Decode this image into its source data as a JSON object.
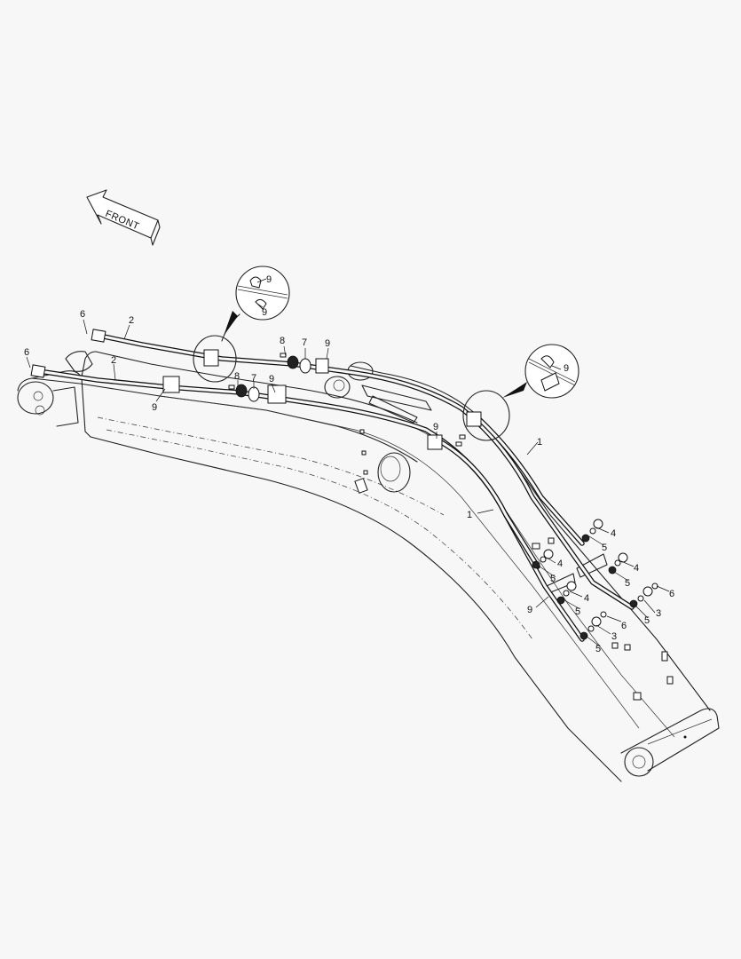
{
  "direction_label": "FRONT",
  "callouts": [
    {
      "id": "c1a",
      "text": "1"
    },
    {
      "id": "c1b",
      "text": "1"
    },
    {
      "id": "c2a",
      "text": "2"
    },
    {
      "id": "c2b",
      "text": "2"
    },
    {
      "id": "c3a",
      "text": "3"
    },
    {
      "id": "c3b",
      "text": "3"
    },
    {
      "id": "c4a",
      "text": "4"
    },
    {
      "id": "c4b",
      "text": "4"
    },
    {
      "id": "c4c",
      "text": "4"
    },
    {
      "id": "c4d",
      "text": "4"
    },
    {
      "id": "c5a",
      "text": "5"
    },
    {
      "id": "c5b",
      "text": "5"
    },
    {
      "id": "c5c",
      "text": "5"
    },
    {
      "id": "c5d",
      "text": "5"
    },
    {
      "id": "c5e",
      "text": "5"
    },
    {
      "id": "c5f",
      "text": "5"
    },
    {
      "id": "c6a",
      "text": "6"
    },
    {
      "id": "c6b",
      "text": "6"
    },
    {
      "id": "c6c",
      "text": "6"
    },
    {
      "id": "c6d",
      "text": "6"
    },
    {
      "id": "c7a",
      "text": "7"
    },
    {
      "id": "c7b",
      "text": "7"
    },
    {
      "id": "c8a",
      "text": "8"
    },
    {
      "id": "c8b",
      "text": "8"
    },
    {
      "id": "c9a",
      "text": "9"
    },
    {
      "id": "c9b",
      "text": "9"
    },
    {
      "id": "c9c",
      "text": "9"
    },
    {
      "id": "c9d",
      "text": "9"
    },
    {
      "id": "c9e",
      "text": "9"
    },
    {
      "id": "c9f",
      "text": "9"
    },
    {
      "id": "c9g",
      "text": "9"
    },
    {
      "id": "c9h",
      "text": "9"
    }
  ]
}
